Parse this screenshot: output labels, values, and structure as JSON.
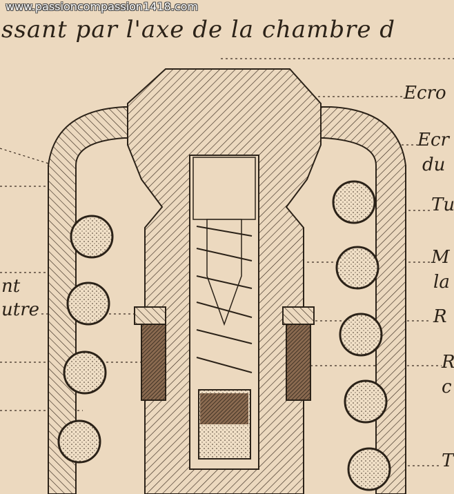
{
  "watermark": "www.passioncompassion1418.com",
  "title": "ssant par l'axe de la chambre d",
  "labels_right": [
    "Ecro",
    "Ecr",
    "du",
    "Tu",
    "M",
    "la",
    "R",
    "R",
    "c",
    "T"
  ],
  "labels_left": [
    "nt",
    "utre"
  ],
  "colors": {
    "paper": "#ecd9bf",
    "ink": "#2b2218"
  }
}
